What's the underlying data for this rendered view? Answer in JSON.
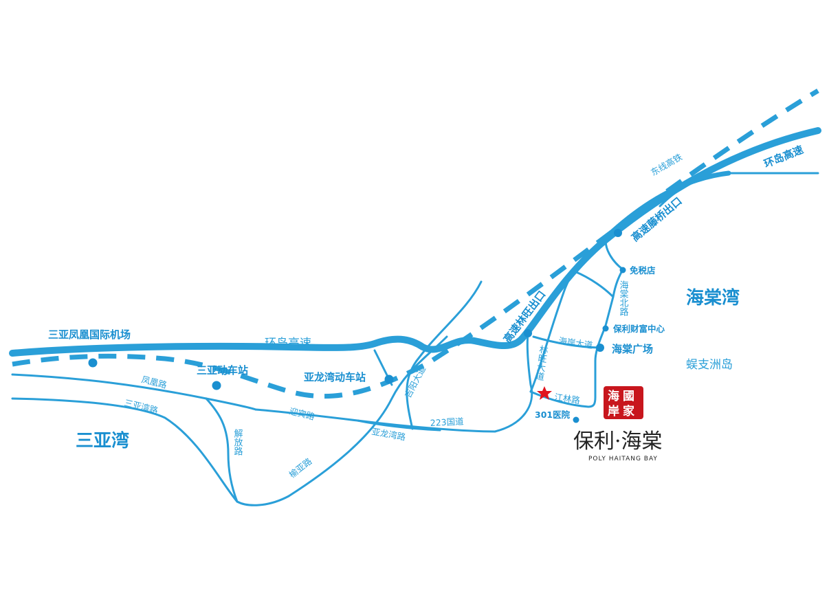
{
  "colors": {
    "road": "#2a9fd8",
    "node": "#1a8fd0",
    "star": "#e0141e",
    "seal": "#c8161d"
  },
  "water": {
    "sanya_bay": "三亚湾",
    "haitang_bay": "海棠湾",
    "wuzhizhou": "蜈支洲岛"
  },
  "highways": {
    "ring_west_label": "环岛高速",
    "ring_east_label": "环岛高速",
    "east_rail": "东线高铁",
    "exit_linwang": "高速林旺出口",
    "exit_tengqiao": "高速藤桥出口"
  },
  "stations": {
    "airport": "三亚凤凰国际机场",
    "sanya_station": "三亚动车站",
    "yalongwan_station": "亚龙湾动车站"
  },
  "roads": {
    "fenghuang": "凤凰路",
    "sanyawan_road": "三亚湾路",
    "jiefang": "解放路",
    "yingbin": "迎宾路",
    "yuya": "榆亚路",
    "yalongwan_road": "亚龙湾路",
    "guodao": "223国道",
    "jiyang": "吉阳大道",
    "linwang": "林旺大道",
    "haian": "海岸大道",
    "haitang_north": "海棠北路",
    "jianglin": "江林路"
  },
  "pois": {
    "duty_free": "免税店",
    "poly_wealth": "保利财富中心",
    "haitang_plaza": "海棠广场",
    "hospital": "301医院"
  },
  "icons": {
    "project_marker": "star-icon"
  },
  "logo": {
    "seal_chars": [
      "海",
      "國",
      "岸",
      "家"
    ],
    "brand": "保利·海棠",
    "brand_en": "POLY HAITANG BAY"
  }
}
